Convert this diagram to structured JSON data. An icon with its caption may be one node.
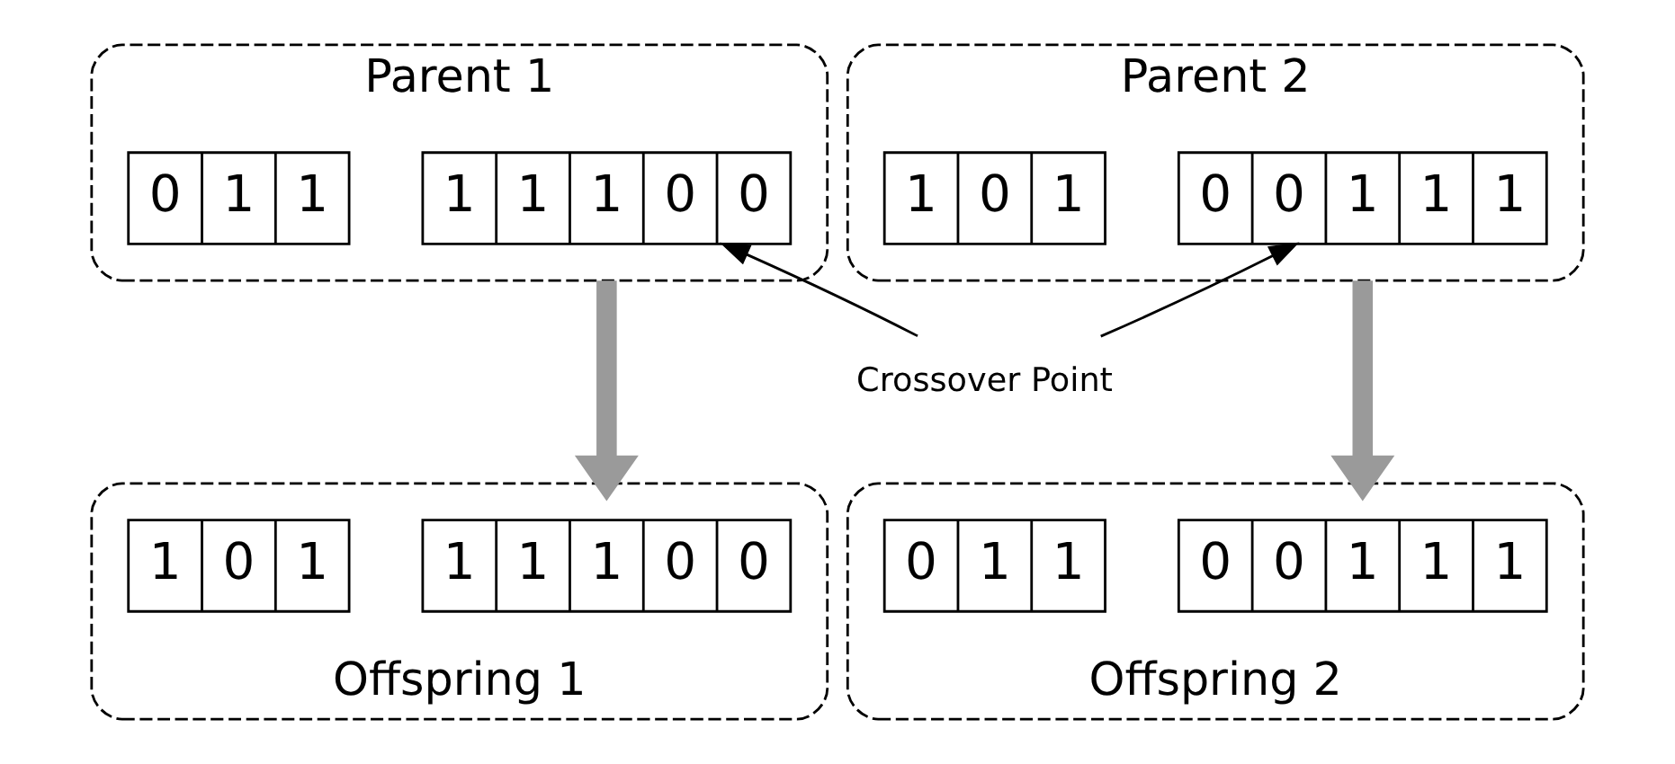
{
  "diagram": {
    "nodes": [
      {
        "text": [
          "Parent 1"
        ]
      },
      {
        "text": [
          "1",
          "1",
          "1",
          "0",
          "0"
        ],
        "in": 0
      },
      {
        "text": [
          "0",
          "1",
          "1"
        ],
        "in": 0
      },
      {
        "text": [
          "Parent 2"
        ]
      },
      {
        "text": [
          "0",
          "0",
          "1",
          "1",
          "1"
        ],
        "in": 3
      },
      {
        "text": [
          "1",
          "0",
          "1"
        ],
        "in": 3
      },
      {
        "text": [
          "Crossover Point"
        ]
      },
      {
        "text": [
          "Offspring 1"
        ]
      },
      {
        "text": [
          "1",
          "1",
          "1",
          "0",
          "0"
        ],
        "in": 7
      },
      {
        "text": [
          "1",
          "0",
          "1"
        ],
        "in": 7
      },
      {
        "text": [
          "Offspring 2"
        ]
      },
      {
        "text": [
          "0",
          "0",
          "1",
          "1",
          "1"
        ],
        "in": 10
      },
      {
        "text": [
          "0",
          "1",
          "1"
        ],
        "in": 10
      }
    ],
    "edges": [
      {
        "from": 6,
        "to": 1,
        "arrow": "to"
      },
      {
        "from": 6,
        "to": 4,
        "arrow": "to"
      },
      {
        "from": 0,
        "to": 7,
        "arrow": "to",
        "style": "thick",
        "color": "#9a9a9a"
      },
      {
        "from": 3,
        "to": 10,
        "arrow": "to",
        "style": "thick",
        "color": "#9a9a9a"
      }
    ]
  }
}
